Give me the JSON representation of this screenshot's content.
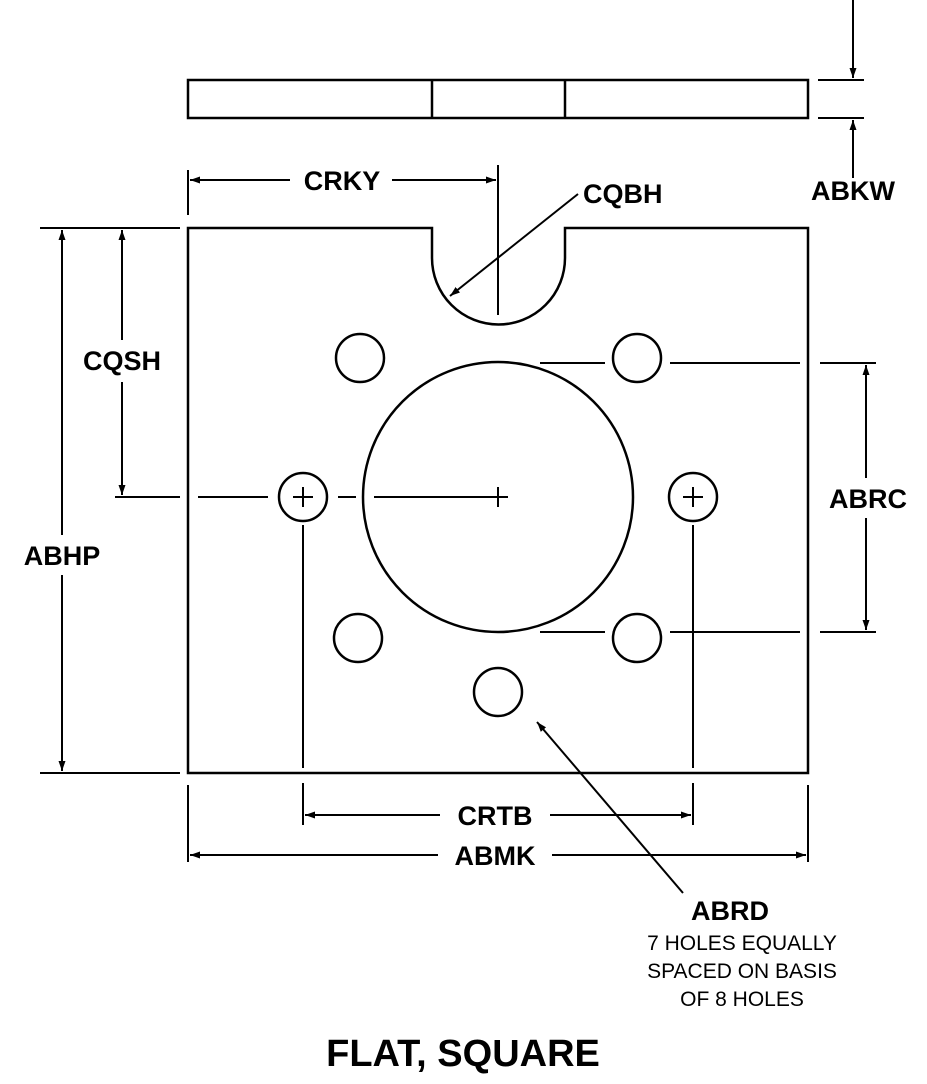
{
  "title": "FLAT, SQUARE",
  "dimensions": {
    "thickness": "ABKW",
    "notch_offset": "CRKY",
    "notch_radius": "CQBH",
    "hole_row_offset": "CQSH",
    "overall_height": "ABHP",
    "hole_vertical_spacing": "ABRC",
    "hole_horizontal_spacing": "CRTB",
    "overall_width": "ABMK",
    "hole_diameter": "ABRD"
  },
  "hole_note": [
    "7 HOLES EQUALLY",
    "SPACED ON BASIS",
    "OF 8 HOLES"
  ]
}
